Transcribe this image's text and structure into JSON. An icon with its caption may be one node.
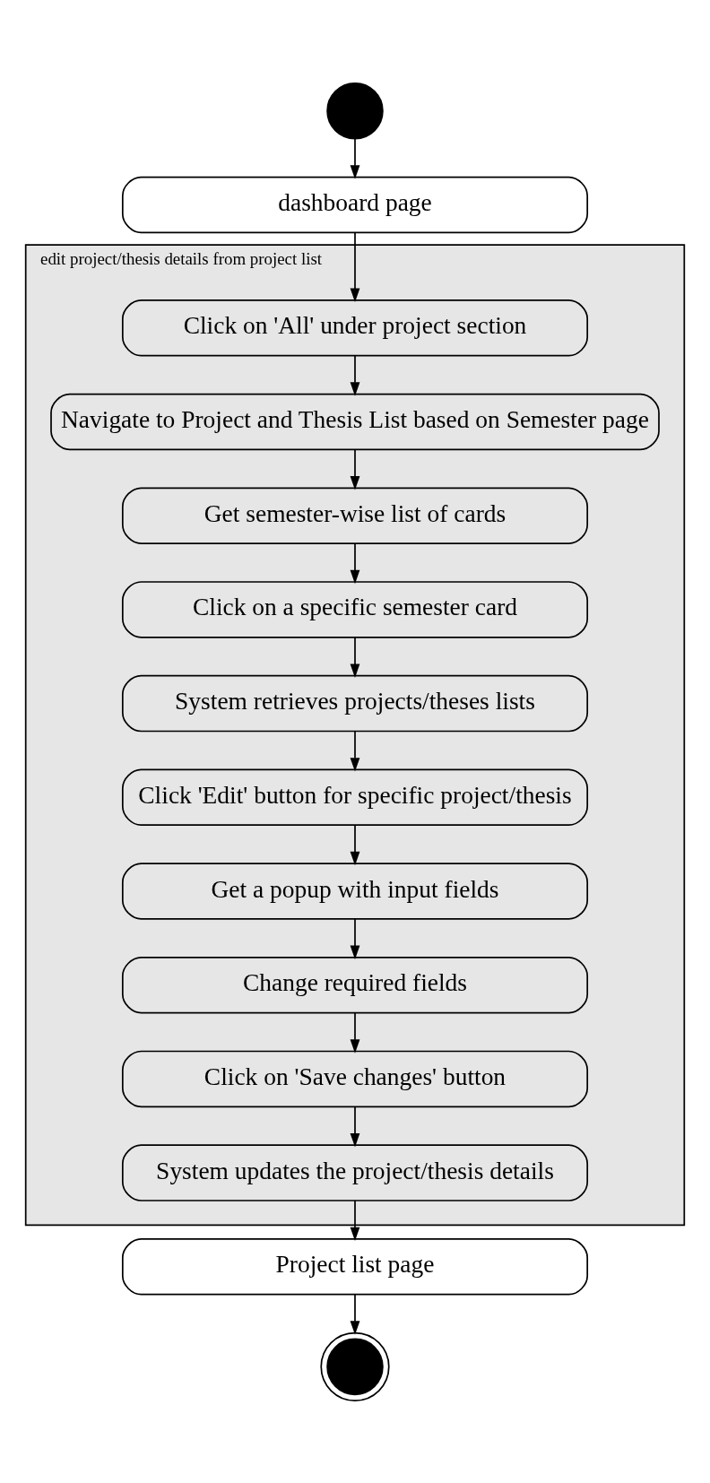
{
  "diagram": {
    "nodes": [
      {
        "text": [],
        "shape": "circle"
      },
      {
        "text": [
          "dashboard page"
        ]
      },
      {
        "text": [
          "edit project/thesis details from project list"
        ]
      },
      {
        "text": [
          "Click on 'All' under project section"
        ],
        "in": 2
      },
      {
        "text": [
          "Navigate to Project and Thesis List based on Semester page"
        ],
        "in": 2
      },
      {
        "text": [
          "Get semester-wise list of cards"
        ],
        "in": 2
      },
      {
        "text": [
          "Click on a specific semester card"
        ],
        "in": 2
      },
      {
        "text": [
          "System retrieves projects/theses lists"
        ],
        "in": 2
      },
      {
        "text": [
          "Click 'Edit' button for specific project/thesis"
        ],
        "in": 2
      },
      {
        "text": [
          "Get a popup with input fields"
        ],
        "in": 2
      },
      {
        "text": [
          "Change required fields"
        ],
        "in": 2
      },
      {
        "text": [
          "Click on 'Save changes' button"
        ],
        "in": 2
      },
      {
        "text": [
          "System updates the project/thesis details"
        ],
        "in": 2
      },
      {
        "text": [
          "Project list page"
        ]
      },
      {
        "text": [],
        "shape": "bullseye"
      }
    ],
    "edges": [
      {
        "from": 0,
        "to": 1,
        "arrow": "to"
      },
      {
        "from": 1,
        "to": 3,
        "arrow": "to"
      },
      {
        "from": 3,
        "to": 4,
        "arrow": "to"
      },
      {
        "from": 4,
        "to": 5,
        "arrow": "to"
      },
      {
        "from": 5,
        "to": 6,
        "arrow": "to"
      },
      {
        "from": 6,
        "to": 7,
        "arrow": "to"
      },
      {
        "from": 7,
        "to": 8,
        "arrow": "to"
      },
      {
        "from": 8,
        "to": 9,
        "arrow": "to"
      },
      {
        "from": 9,
        "to": 10,
        "arrow": "to"
      },
      {
        "from": 10,
        "to": 11,
        "arrow": "to"
      },
      {
        "from": 11,
        "to": 12,
        "arrow": "to"
      },
      {
        "from": 12,
        "to": 13,
        "arrow": "to"
      },
      {
        "from": 13,
        "to": 14,
        "arrow": "to"
      }
    ]
  }
}
